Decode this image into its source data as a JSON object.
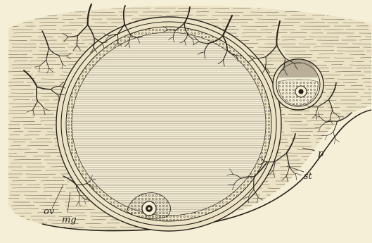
{
  "figure": {
    "background": "#f5efd8",
    "ink": "#2a241c",
    "labels": {
      "p": "p",
      "st": "st",
      "mg": "mg",
      "ov": "ov"
    }
  }
}
